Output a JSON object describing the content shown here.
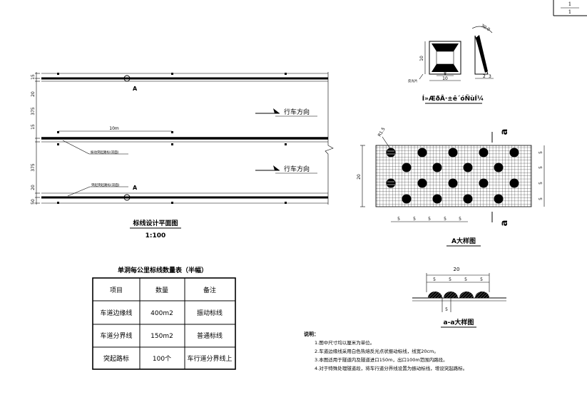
{
  "sheet": {
    "page_number": "1",
    "page_total": "1"
  },
  "plan": {
    "dimensions_left": [
      "15",
      "20",
      "375",
      "15",
      "375",
      "20",
      "50"
    ],
    "label_a": "A",
    "label_10m": "10m",
    "direction_text": "行车方向",
    "callout_1": "振动突起路标(双面)",
    "callout_2": "突起突起路标(双面)",
    "title": "标线设计平面图",
    "scale": "1:100"
  },
  "marker_detail": {
    "dims": {
      "h10": "10",
      "w8": "8",
      "w10": "10",
      "angle": "30.0",
      "d2": "2",
      "d3": "3"
    },
    "label_reflector": "反光片",
    "caption": "Í»ÆðÂ·±ê´óÑùÍ¼"
  },
  "a_detail": {
    "r_label": "R1.5",
    "left_dim": "20",
    "right_dims": [
      "5",
      "5",
      "5",
      "5"
    ],
    "bottom_dims": [
      "5",
      "5",
      "5",
      "5",
      "5"
    ],
    "section_mark": "a",
    "title": "A大样图"
  },
  "aa_detail": {
    "top_dim": "20",
    "sub_dims": [
      "5",
      "5",
      "5",
      "5"
    ],
    "bottom_dim": "5",
    "title": "a-a大样图"
  },
  "table": {
    "title": "单洞每公里标线数量表（半幅）",
    "headers": [
      "项目",
      "数量",
      "备注"
    ],
    "rows": [
      [
        "车道边缘线",
        "400m2",
        "振动标线"
      ],
      [
        "车道分界线",
        "150m2",
        "普通标线"
      ],
      [
        "突起路标",
        "100个",
        "车行道分界线上"
      ]
    ]
  },
  "notes": {
    "title": "说明：",
    "items": [
      "1.图中尺寸均以厘米为单位。",
      "2.车道边缘线采用白色热熔反光点状振动标线，线宽20cm。",
      "3.本图适用于隧道内及隧道进口150m，出口100m范围内路段。",
      "4.对于特殊处理隧道段，将车行道分界线设置为振动标线，增设突起路标。"
    ]
  }
}
